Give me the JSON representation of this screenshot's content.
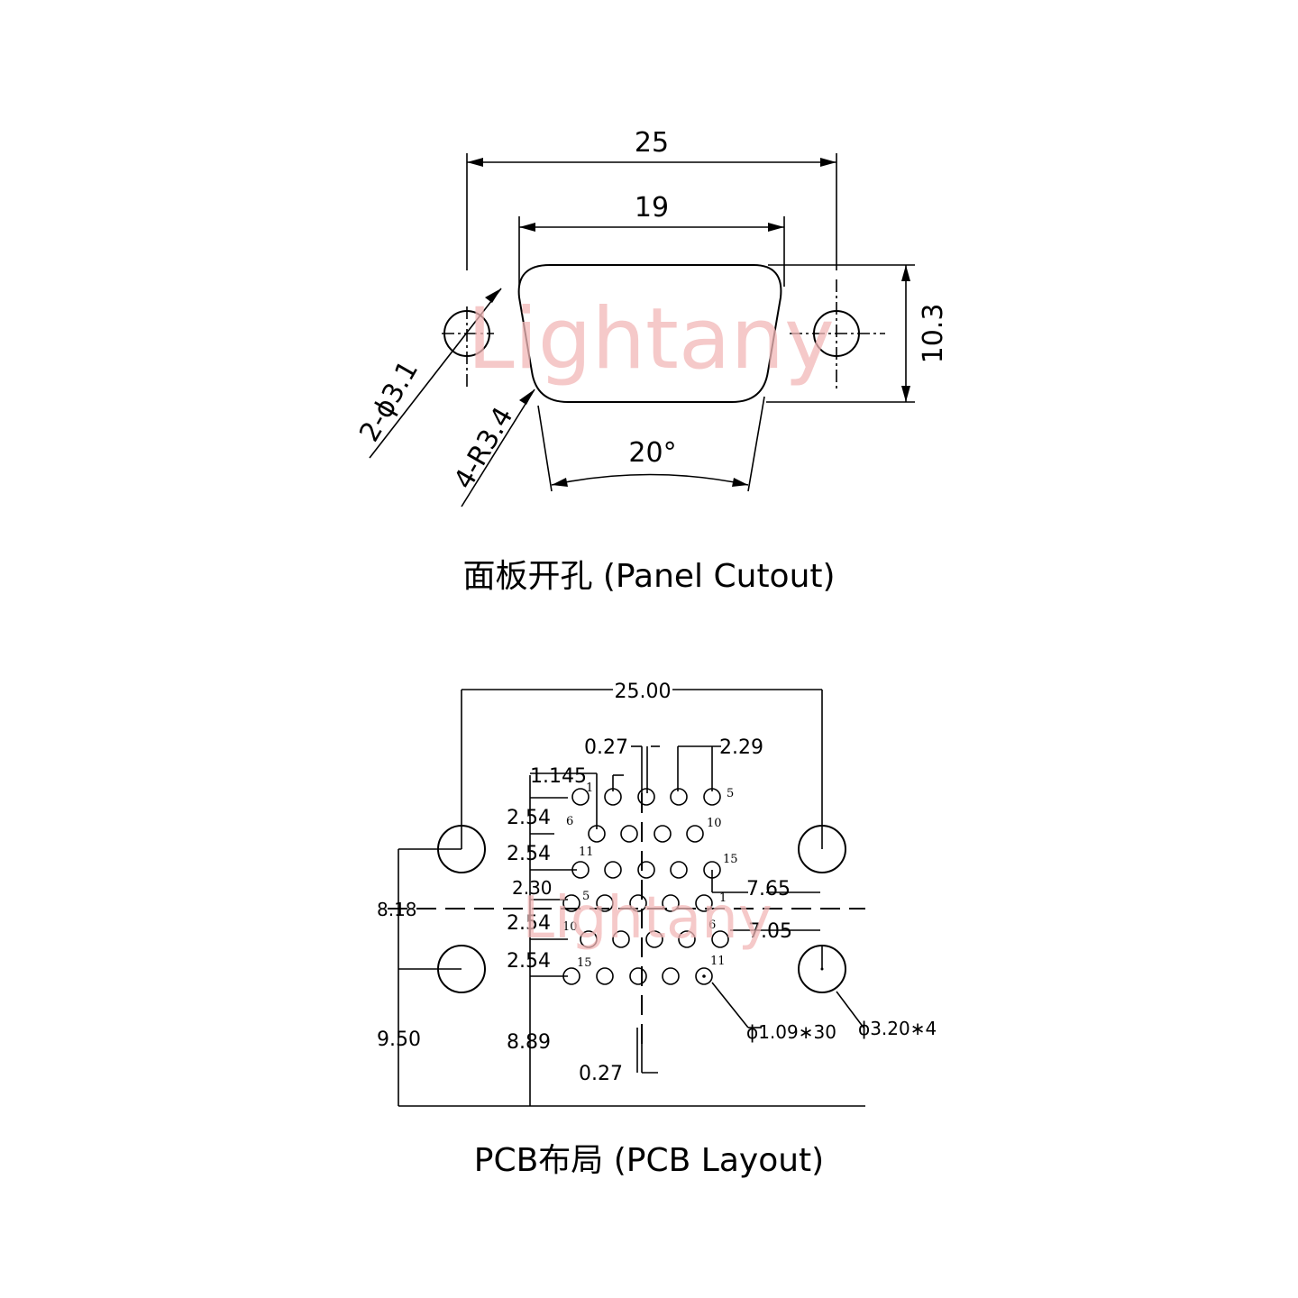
{
  "watermark": "Lightany",
  "panel": {
    "caption": "面板开孔 (Panel Cutout)",
    "dims": {
      "overall_width": "25",
      "cutout_width": "19",
      "height": "10.3",
      "holes": "2-ϕ3.1",
      "radius": "4-R3.4",
      "angle": "20°"
    }
  },
  "pcb": {
    "caption": "PCB布局 (PCB Layout)",
    "dims": {
      "overall_width": "25.00",
      "offset_top": "0.27",
      "pitch_x": "2.29",
      "offset_row1": "1.145",
      "row_pitch_a": "2.54",
      "row_pitch_b": "2.54",
      "row_gap": "2.30",
      "row_pitch_c": "2.54",
      "row_pitch_d": "2.54",
      "center_height": "8.18",
      "offset_right_top": "7.65",
      "offset_right_bottom": "7.05",
      "pin_hole": "ϕ1.09∗30",
      "mount_hole": "ϕ3.20∗4",
      "bottom_height": "9.50",
      "pin_depth": "8.89",
      "offset_bottom": "0.27"
    },
    "pin_labels": {
      "upper": [
        "1",
        "5",
        "6",
        "10",
        "11",
        "15"
      ],
      "lower": [
        "5",
        "1",
        "10",
        "6",
        "15",
        "11"
      ]
    }
  }
}
